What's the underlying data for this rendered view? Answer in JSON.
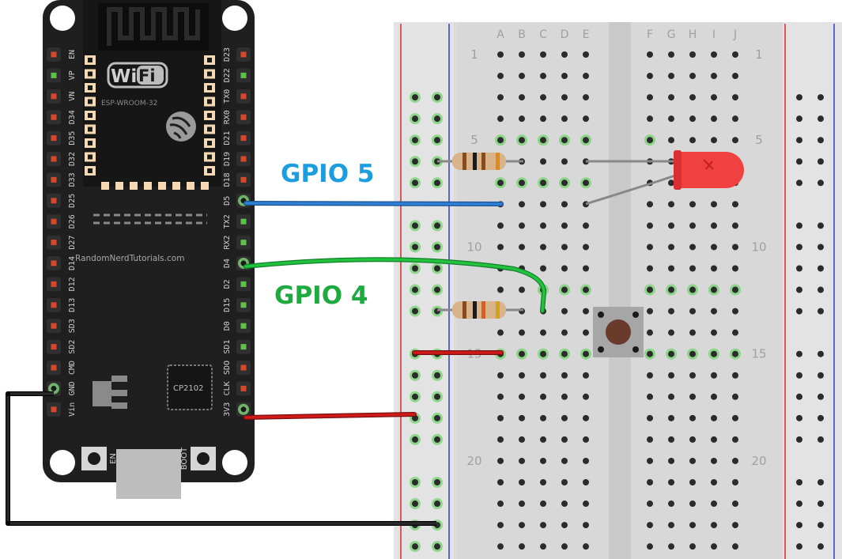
{
  "board": {
    "module_label": "ESP-WROOM-32",
    "wifi_text": "Wi",
    "wifi_text2": "Fi",
    "brand": "RandomNerdTutorials.com",
    "chip_label": "CP2102",
    "button_en": "EN",
    "button_boot": "BOOT",
    "left_pins": [
      "EN",
      "VP",
      "VN",
      "D34",
      "D35",
      "D32",
      "D33",
      "D25",
      "D26",
      "D27",
      "D14",
      "D12",
      "D13",
      "SD3",
      "SD2",
      "CMD",
      "GND",
      "Vin"
    ],
    "right_pins": [
      "D23",
      "D22",
      "TX0",
      "RX0",
      "D21",
      "D19",
      "D18",
      "D5",
      "TX2",
      "RX2",
      "D4",
      "D2",
      "D15",
      "D0",
      "SD1",
      "SDO",
      "CLK",
      "3V3"
    ],
    "colors": {
      "pcb": "#1e1e1e",
      "pin_red": "#d9462a",
      "pin_green": "#5fc04a",
      "pad": "#f4d9b3"
    }
  },
  "breadboard": {
    "columns": [
      "A",
      "B",
      "C",
      "D",
      "E",
      "F",
      "G",
      "H",
      "I",
      "J"
    ],
    "row_numbers": [
      "1",
      "5",
      "10",
      "15",
      "20"
    ]
  },
  "labels": {
    "gpio5": "GPIO 5",
    "gpio4": "GPIO 4"
  },
  "colors": {
    "gpio5": "#1a9ee0",
    "gpio4": "#1eaa3f",
    "wire_blue": "#2e7ed1",
    "wire_green": "#1fb53a",
    "wire_red": "#c91a1a",
    "wire_black": "#1a1a1a",
    "led": "#f03a3a"
  }
}
